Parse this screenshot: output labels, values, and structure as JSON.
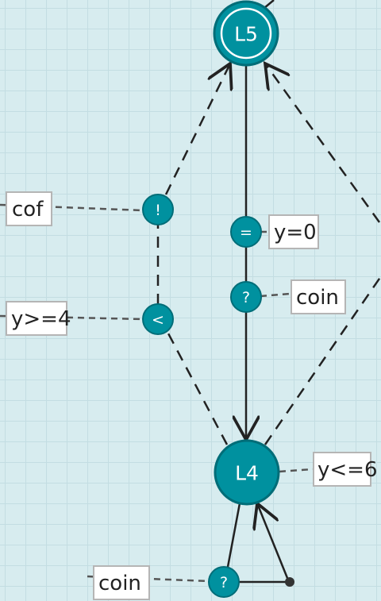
{
  "colors": {
    "node_fill": "#00919f",
    "node_stroke": "#006d78",
    "edge": "#222222",
    "label_link": "#555555"
  },
  "nodes": {
    "L5": {
      "label": "L5"
    },
    "L4": {
      "label": "L4"
    },
    "bang": {
      "label": "!"
    },
    "lt": {
      "label": "<"
    },
    "eq": {
      "label": "="
    },
    "q1": {
      "label": "?"
    },
    "q2": {
      "label": "?"
    }
  },
  "labels": {
    "cof": "cof",
    "y_ge_4": "y>=4",
    "y_eq_0": "y=0",
    "coin_top": "coin",
    "y_le_6": "y<=6",
    "coin_bottom": "coin"
  }
}
